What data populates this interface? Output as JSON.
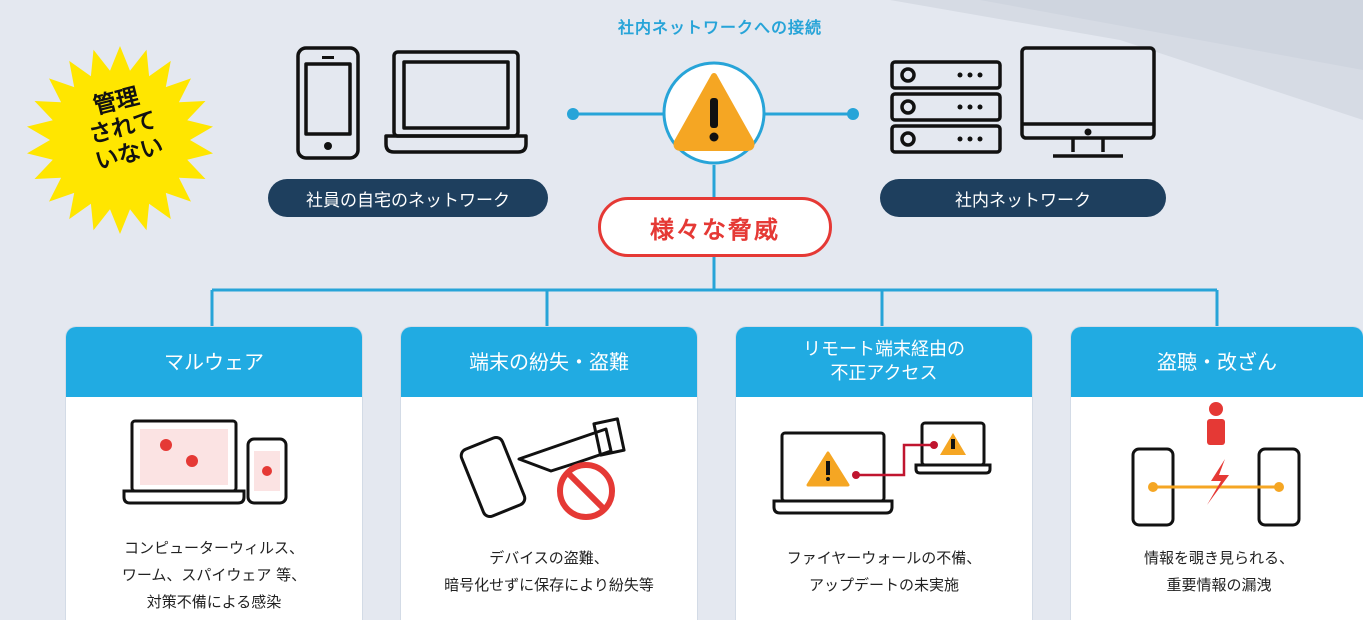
{
  "title": "社内ネットワークへの接続",
  "left_label": "社員の自宅のネットワーク",
  "right_label": "社内ネットワーク",
  "center_label": "様々な脅威",
  "burst": {
    "line1": "管理",
    "line2": "されて",
    "line3": "いない"
  },
  "cards": [
    {
      "title": "マルウェア",
      "title_line2": "",
      "desc": [
        "コンピューターウィルス、",
        "ワーム、スパイウェア 等、",
        "対策不備による感染"
      ]
    },
    {
      "title": "端末の紛失・盗難",
      "title_line2": "",
      "desc": [
        "デバイスの盗難、",
        "暗号化せずに保存により紛失等"
      ]
    },
    {
      "title": "リモート端末経由の",
      "title_line2": "不正アクセス",
      "desc": [
        "ファイヤーウォールの不備、",
        "アップデートの未実施"
      ]
    },
    {
      "title": "盗聴・改ざん",
      "title_line2": "",
      "desc": [
        "情報を覗き見られる、",
        "重要情報の漏洩"
      ]
    }
  ],
  "colors": {
    "accent": "#21abe2",
    "navy": "#1e3f5e",
    "red": "#e53935",
    "warning": "#f5a623",
    "burst": "#ffe600"
  }
}
